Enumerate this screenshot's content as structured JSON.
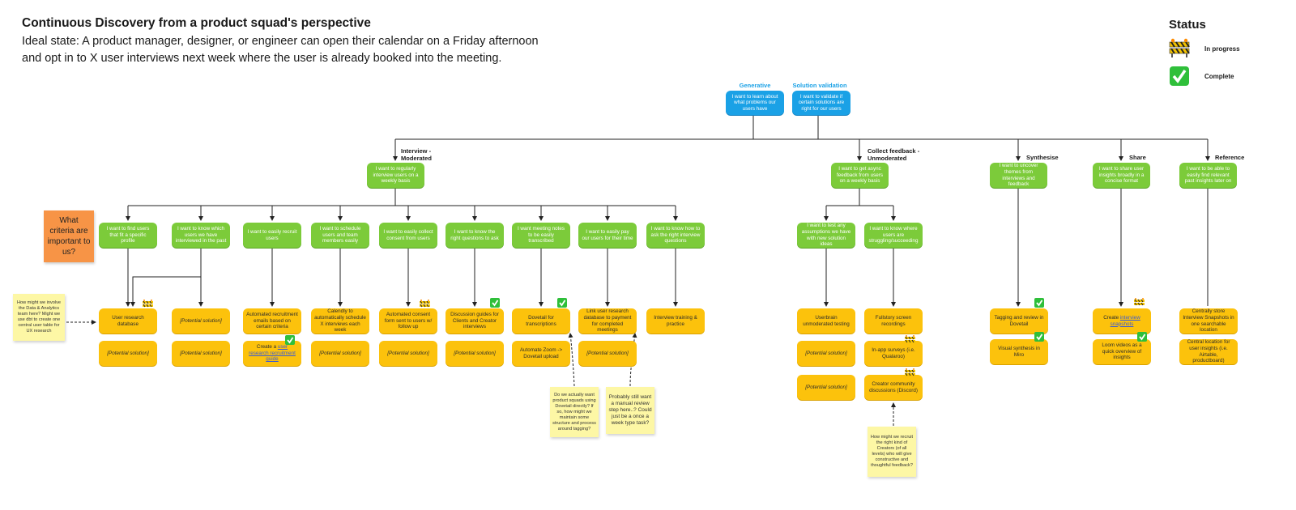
{
  "header": {
    "title": "Continuous Discovery from a product squad's perspective",
    "subtitle": "Ideal state: A product manager, designer, or engineer can open their calendar on a Friday afternoon and opt in to X user interviews next week where the user is already booked into the meeting."
  },
  "legend": {
    "title": "Status",
    "items": [
      {
        "label": "In progress",
        "icon": "construction-barrier-icon"
      },
      {
        "label": "Complete",
        "icon": "green-checkmark-icon"
      }
    ]
  },
  "colors": {
    "green_node": "#7ccb3a",
    "blue_node": "#1aa1e6",
    "yellow_node": "#fcc20c",
    "sticky_note": "#fdf7a5",
    "orange_note": "#f79446"
  },
  "goals": [
    {
      "heading": "Generative",
      "text": "I want to learn about what problems our users have"
    },
    {
      "heading": "Solution validation",
      "text": "I want to validate if certain solutions are right for our users"
    }
  ],
  "categories": [
    {
      "heading": "Interview - Moderated",
      "text": "I want to regularly interview users on a weekly basis"
    },
    {
      "heading": "Collect feedback - Unmoderated",
      "text": "I want to get async feedback from users on a weekly basis"
    },
    {
      "heading": "Synthesise",
      "text": "I want to uncover themes from interviews and feedback"
    },
    {
      "heading": "Share",
      "text": "I want to share user insights broadly in a concise format"
    },
    {
      "heading": "Reference",
      "text": "I want to be able to easily find relevant past insights later on"
    }
  ],
  "interview_needs": [
    "I want to find users that fit a specific profile",
    "I want to know which users we have interviewed in the past",
    "I want to easily recruit users",
    "I want to schedule users and team members easily",
    "I want to easily collect consent from users",
    "I want to know the right questions to ask",
    "I want meeting notes to be easily transcribed",
    "I want to easily pay our users for their time",
    "I want to know how to ask the right interview questions"
  ],
  "feedback_needs": [
    "I want to test any assumptions we have with new solution ideas",
    "I want to know where users are struggling/succeeding"
  ],
  "solutions": {
    "s1": "User research database",
    "potential": "[Potential solution]",
    "s3a": "Automated recruitment emails based on certain criteria",
    "s3b_prefix": "Create a ",
    "s3b_link": "user research recruitment guide",
    "s4": "Calendly to automatically schedule X interviews each week",
    "s5": "Automated consent form sent to users w/ follow up",
    "s6": "Discussion guides for Clients and Creator interviews",
    "s7a": "Dovetail for transcriptions",
    "s7b": "Automate Zoom -> Dovetail upload",
    "s8": "Link user research database to payment for completed meetings",
    "s9": "Interview training & practice",
    "f1": "Userbrain unmoderated testing",
    "f2a": "Fullstory screen recordings",
    "f2b": "In-app surveys (i.e. Qualaroo)",
    "f2c": "Creator community discussions (Discord)",
    "syn1": "Tagging and review in Dovetail",
    "syn2": "Visual synthesis in Miro",
    "sh1_prefix": "Create ",
    "sh1_link": "interview snapshots",
    "sh2": "Loom videos as a quick overview of insights",
    "ref1": "Centrally store Interview Snapshots in one searchable location",
    "ref2": "Central location for user insights (i.e. Airtable, productboard)"
  },
  "notes": {
    "orange": "What criteria are important to us?",
    "data_team": "How might we involve the Data & Analytics team here? Might we use dbt to create one central user table for UX research",
    "dovetail": "Do we actually want product squads using Dovetail directly? If so, how might we maintain some structure and process around tagging?",
    "manual_review": "Probably still want a manual review step here..? Could just be a once a week type task?",
    "creators": "How might we recruit the right kind of Creators (of all levels) who will give constructive and thoughtful feedback?"
  }
}
